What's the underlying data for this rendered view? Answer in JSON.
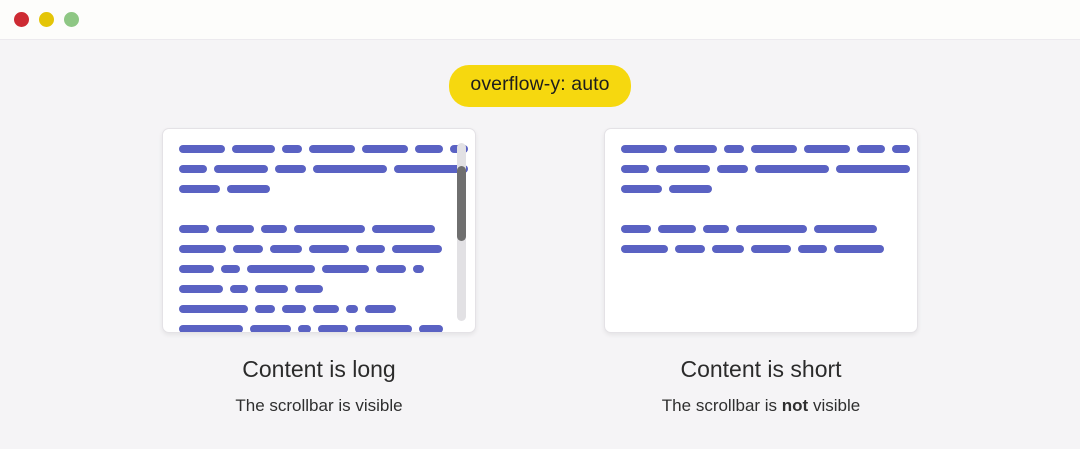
{
  "window": {
    "traffic_lights": [
      {
        "name": "close",
        "color": "#cd2b33"
      },
      {
        "name": "minimize",
        "color": "#e4c507"
      },
      {
        "name": "maximize",
        "color": "#8ec784"
      }
    ],
    "background_color": "#f5f4f6",
    "titlebar_color": "#fdfdfb"
  },
  "badge": {
    "label": "overflow-y: auto",
    "background_color": "#f6d80f",
    "text_color": "#1d1d1d"
  },
  "colors": {
    "text_line": "#5a62c3",
    "card_background": "#ffffff",
    "card_border": "#e4e2e6",
    "scroll_track": "#e2e1e4",
    "scroll_thumb": "#6f6f6f"
  },
  "panels": [
    {
      "id": "long-content",
      "caption_title": "Content is long",
      "caption_sub_prefix": "The scrollbar is ",
      "caption_sub_emphasis": "",
      "caption_sub_suffix": "visible",
      "scrollbar_visible": true,
      "scrollbar": {
        "thumb_top_pct": 13,
        "thumb_height_pct": 42
      },
      "content_lines": [
        {
          "type": "text",
          "segments": [
            62,
            59,
            27,
            62,
            63,
            38,
            24
          ]
        },
        {
          "type": "text",
          "segments": [
            30,
            57,
            33,
            79,
            79
          ]
        },
        {
          "type": "text",
          "segments": [
            41,
            43
          ]
        },
        {
          "type": "gap",
          "segments": []
        },
        {
          "type": "text",
          "segments": [
            30,
            38,
            26,
            71,
            63
          ]
        },
        {
          "type": "text",
          "segments": [
            47,
            30,
            32,
            40,
            29,
            50
          ]
        },
        {
          "type": "text",
          "segments": [
            35,
            19,
            68,
            47,
            30,
            11
          ]
        },
        {
          "type": "text",
          "segments": [
            44,
            18,
            33,
            28
          ]
        },
        {
          "type": "text",
          "segments": [
            69,
            20,
            24,
            26,
            12,
            31
          ]
        },
        {
          "type": "text",
          "segments": [
            64,
            41,
            13,
            30,
            57,
            24
          ]
        }
      ]
    },
    {
      "id": "short-content",
      "caption_title": "Content is short",
      "caption_sub_prefix": "The scrollbar is ",
      "caption_sub_emphasis": "not",
      "caption_sub_suffix": " visible",
      "scrollbar_visible": false,
      "scrollbar": {
        "thumb_top_pct": 0,
        "thumb_height_pct": 0
      },
      "content_lines": [
        {
          "type": "text",
          "segments": [
            62,
            59,
            27,
            62,
            63,
            38,
            24
          ]
        },
        {
          "type": "text",
          "segments": [
            30,
            57,
            33,
            79,
            79
          ]
        },
        {
          "type": "text",
          "segments": [
            41,
            43
          ]
        },
        {
          "type": "gap",
          "segments": []
        },
        {
          "type": "text",
          "segments": [
            30,
            38,
            26,
            71,
            63
          ]
        },
        {
          "type": "text",
          "segments": [
            47,
            30,
            32,
            40,
            29,
            50
          ]
        }
      ]
    }
  ]
}
